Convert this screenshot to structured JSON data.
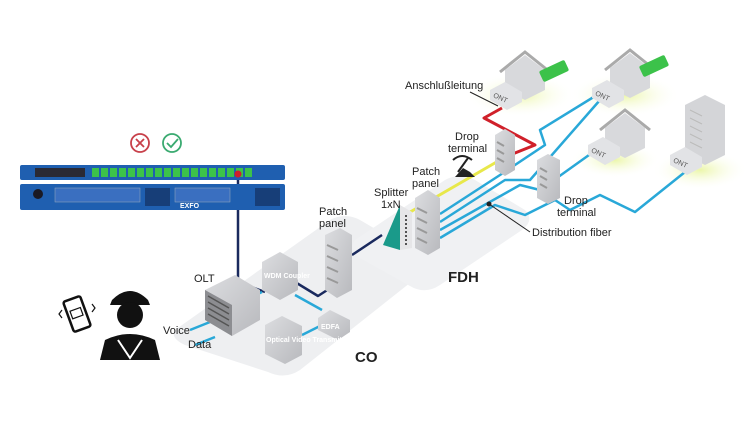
{
  "diagram": {
    "title": "FTTH PON network overview",
    "zones": {
      "co": "CO",
      "fdh": "FDH"
    },
    "labels": {
      "olt": "OLT",
      "voice": "Voice",
      "data": "Data",
      "wdm_coupler": "WDM Coupler",
      "edfa": "EDFA",
      "optical_video_transmitter": "Optical Video Transmitter",
      "patch_panel_co": "Patch panel",
      "patch_panel_fdh": "Patch panel",
      "splitter": "Splitter 1xN",
      "drop_terminal_1": "Drop terminal",
      "drop_terminal_2": "Drop terminal",
      "distribution_fiber": "Distribution fiber",
      "anschlussleitung": "Anschlußleitung",
      "ont": "ONT",
      "exfo_brand": "EXFO"
    },
    "status_icons": {
      "fail": "x-circle-icon",
      "pass": "check-circle-icon"
    },
    "colors": {
      "feeder_fiber": "#1a2a5e",
      "distribution_fiber": "#29a8d8",
      "faulty_fiber": "#d0202a",
      "drop_fiber_yellow": "#e8e84a",
      "rack_blue": "#1f5fb0",
      "port_green": "#3cc24a",
      "fail_red": "#c8404a",
      "pass_green": "#3aaa70",
      "zone_bg": "#eeeff1",
      "device_grey": "#c8c9cc"
    }
  }
}
